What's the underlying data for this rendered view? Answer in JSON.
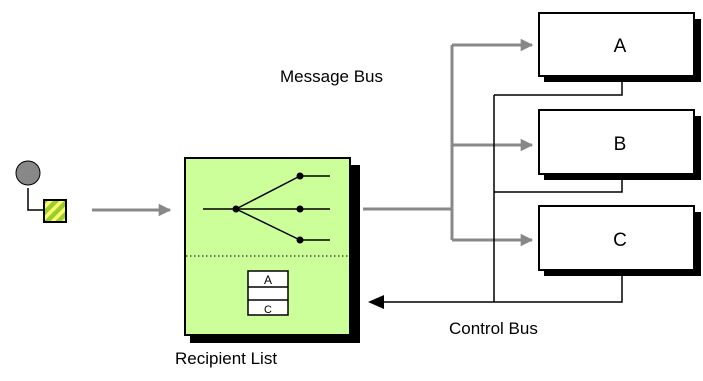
{
  "diagram": {
    "recipient_list_label": "Recipient List",
    "message_bus_label": "Message Bus",
    "control_bus_label": "Control Bus",
    "recipients": [
      {
        "label": "A"
      },
      {
        "label": "B"
      },
      {
        "label": "C"
      }
    ],
    "recipient_table_entries": [
      "A",
      "C"
    ]
  },
  "colors": {
    "router_fill": "#ccff99",
    "message_stripe_green": "#99cc33",
    "message_stripe_yellow": "#ffff66",
    "sender_circle": "#888888",
    "bus_arrow_gray": "#888888",
    "line_black": "#000000"
  }
}
